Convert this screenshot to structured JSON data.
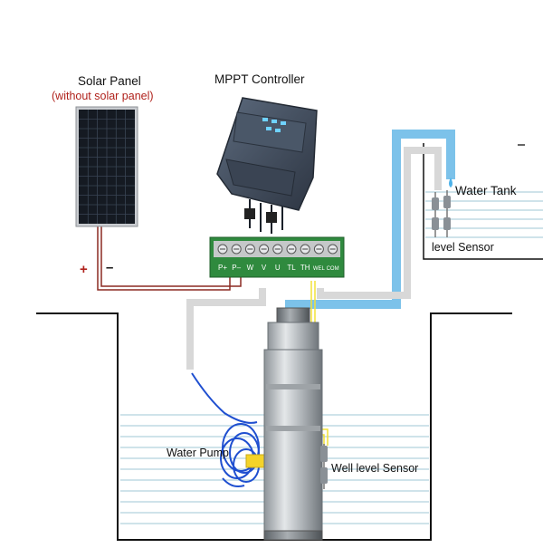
{
  "labels": {
    "solar_panel": "Solar Panel",
    "solar_panel_note": "(without solar panel)",
    "mppt_controller": "MPPT Controller",
    "water_tank": "Water Tank",
    "level_sensor": "level Sensor",
    "water_pump": "Water Pump",
    "well_level_sensor": "Well level Sensor",
    "plus": "+",
    "minus": "–"
  },
  "terminals": [
    "P+",
    "P–",
    "W",
    "V",
    "U",
    "TL",
    "TH",
    "WEL",
    "COM"
  ],
  "colors": {
    "pipe_blue": "#7cc2ea",
    "pipe_gray": "#d8d8d8",
    "wire_red": "#8b2a22",
    "wire_yellow": "#f2e238",
    "water_line": "#9fc7d6",
    "terminal_board": "#2f8a3e",
    "controller_body": "#3f4a5a",
    "pump_steel": "#b7bcc0",
    "cable_blue": "#1f4fd0"
  }
}
